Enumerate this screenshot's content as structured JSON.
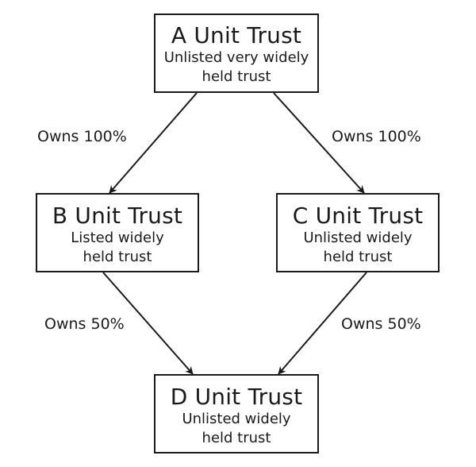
{
  "diagram": {
    "nodes": {
      "a": {
        "title": "A Unit Trust",
        "subtitle": "Unlisted very widely held trust"
      },
      "b": {
        "title": "B Unit Trust",
        "subtitle": "Listed widely held trust"
      },
      "c": {
        "title": "C Unit Trust",
        "subtitle": "Unlisted widely held trust"
      },
      "d": {
        "title": "D Unit Trust",
        "subtitle": "Unlisted widely held trust"
      }
    },
    "edges": {
      "a_to_b": {
        "label": "Owns 100%"
      },
      "a_to_c": {
        "label": "Owns 100%"
      },
      "b_to_d": {
        "label": "Owns 50%"
      },
      "c_to_d": {
        "label": "Owns 50%"
      }
    }
  }
}
